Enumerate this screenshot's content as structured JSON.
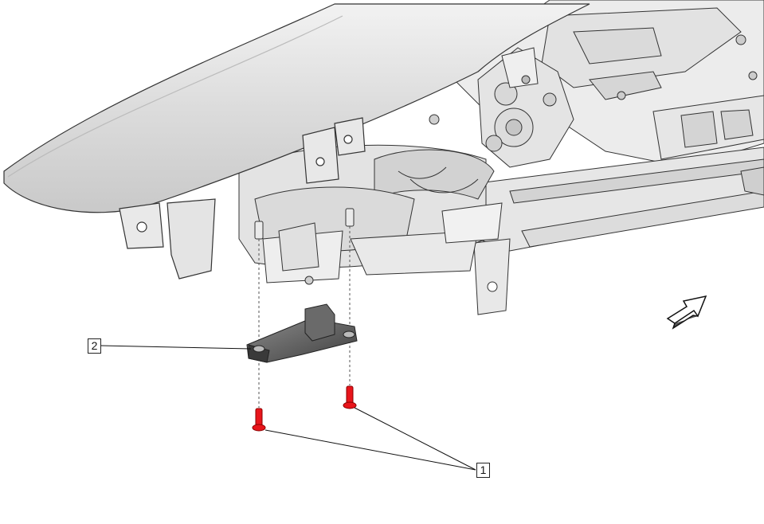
{
  "callouts": [
    {
      "label": "1",
      "part": "fastener"
    },
    {
      "label": "2",
      "part": "bracket"
    }
  ],
  "orientation_arrow": "front-direction-arrow-icon",
  "colors": {
    "fastener": "#e8151b",
    "bracket": "#4a4a4a",
    "line_art": "#333333",
    "panel_fill": "#e9e9e9",
    "panel_shade": "#d2d2d2"
  }
}
